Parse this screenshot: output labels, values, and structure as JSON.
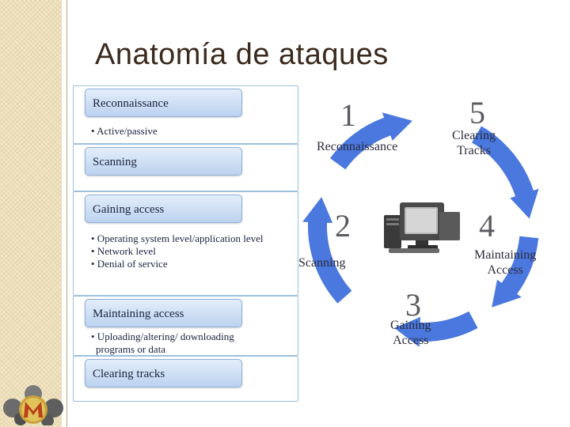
{
  "title": "Anatomía de ataques",
  "steps": [
    {
      "name": "Reconnaissance",
      "bullets": [
        [
          "• Active/passive"
        ]
      ]
    },
    {
      "name": "Scanning",
      "bullets": []
    },
    {
      "name": "Gaining access",
      "bullets": [
        [
          "• Operating system level/application level"
        ],
        [
          "• Network level"
        ],
        [
          "• Denial of service"
        ]
      ]
    },
    {
      "name": "Maintaining access",
      "bullets": [
        [
          "• Uploading/altering/ downloading",
          "programs or data"
        ]
      ]
    },
    {
      "name": "Clearing tracks",
      "bullets": []
    }
  ],
  "cycle": {
    "stages": [
      {
        "number": "1",
        "label": [
          "Reconnaissance"
        ]
      },
      {
        "number": "2",
        "label": [
          "Scanning"
        ]
      },
      {
        "number": "3",
        "label": [
          "Gaining",
          "Access"
        ]
      },
      {
        "number": "4",
        "label": [
          "Maintaining",
          "Access"
        ]
      },
      {
        "number": "5",
        "label": [
          "Clearing",
          "Tracks"
        ]
      }
    ],
    "center_icon": "computer-icon",
    "arrow_color": "#4a78de"
  },
  "logo_letter": "M"
}
